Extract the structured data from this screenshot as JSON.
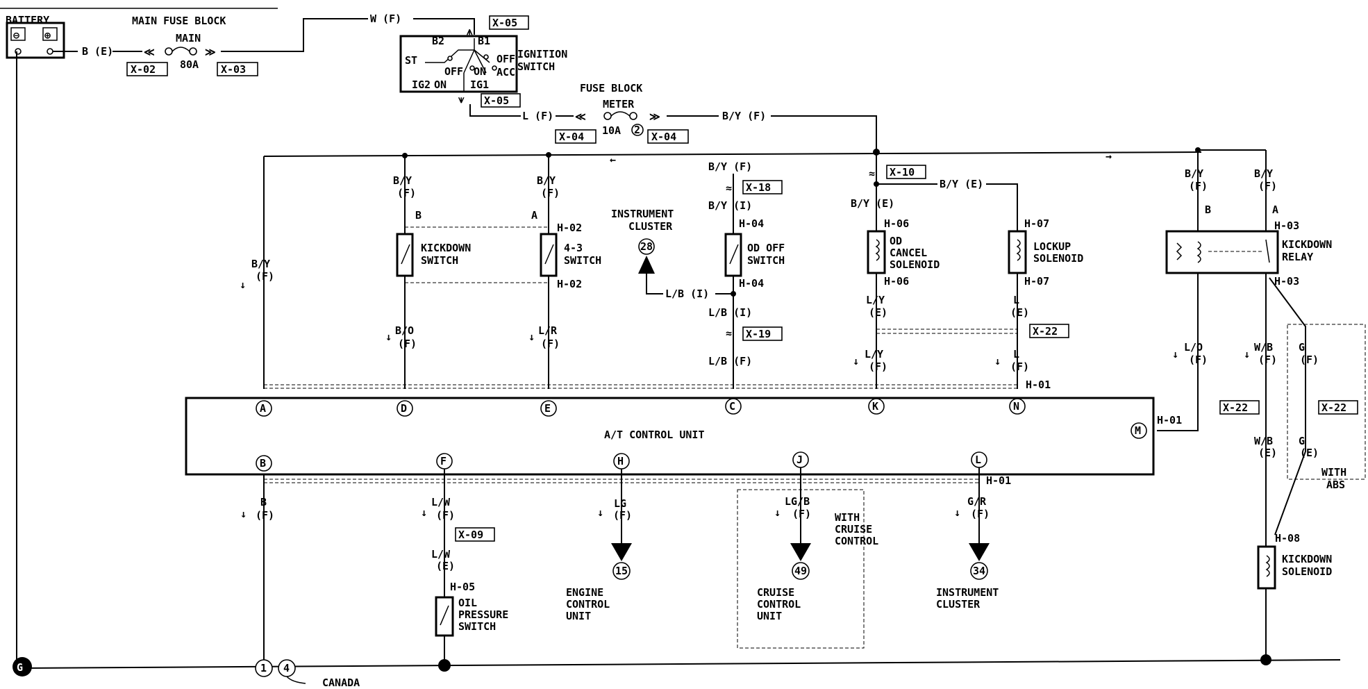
{
  "power": {
    "battery": "BATTERY",
    "main_fuse_block": "MAIN FUSE BLOCK",
    "main_fuse": "MAIN",
    "main_amp": "80A",
    "wire_be": "B (E)",
    "wire_wf": "W (F)",
    "conn_x02": "X-02",
    "conn_x03": "X-03",
    "conn_x05a": "X-05",
    "conn_x05b": "X-05",
    "ignition": "IGNITION",
    "switch": "SWITCH",
    "ign_terms": {
      "st": "ST",
      "b2": "B2",
      "b1": "B1",
      "off": "OFF",
      "off2": "OFF",
      "on": "ON",
      "acc": "ACC",
      "ig2": "IG2",
      "on2": "ON",
      "ig1": "IG1"
    },
    "wire_lf": "L (F)",
    "fuse_block": "FUSE BLOCK",
    "meter": "METER",
    "meter_amp": "10A",
    "meter_num": "2",
    "conn_x04a": "X-04",
    "conn_x04b": "X-04",
    "wire_byf": "B/Y (F)"
  },
  "wires": {
    "by": "B/Y",
    "f": "(F)",
    "e": "(E)",
    "i": "(I)",
    "b": "B",
    "a": "A",
    "bo": "B/O",
    "lr": "L/R",
    "byf": "B/Y (F)",
    "byi": "B/Y (I)",
    "lbi": "L/B (I)",
    "lbf": "L/B (F)",
    "lbi2": "L/B (I)",
    "bye": "B/Y (E)",
    "bye2": "B/Y (E)",
    "ly": "L/Y",
    "l": "L",
    "lo": "L/O",
    "wb": "W/B",
    "g": "G",
    "b_bot": "B",
    "lw": "L/W",
    "lg": "LG",
    "lgb": "LG/B",
    "gr": "G/R"
  },
  "connectors": {
    "x18": "X-18",
    "x19": "X-19",
    "x10": "X-10",
    "x22a": "X-22",
    "x22b": "X-22",
    "x22c": "X-22",
    "x09": "X-09",
    "h02a": "H-02",
    "h02b": "H-02",
    "h04a": "H-04",
    "h04b": "H-04",
    "h06a": "H-06",
    "h06b": "H-06",
    "h07a": "H-07",
    "h07b": "H-07",
    "h03a": "H-03",
    "h03b": "H-03",
    "h01a": "H-01",
    "h01b": "H-01",
    "h01c": "H-01",
    "h05": "H-05",
    "h08": "H-08"
  },
  "components": {
    "kickdown_switch": [
      "KICKDOWN",
      "SWITCH"
    ],
    "switch43": [
      "4-3",
      "SWITCH"
    ],
    "instrument_cluster_top": [
      "INSTRUMENT",
      "CLUSTER"
    ],
    "ic_num": "28",
    "od_off": [
      "OD OFF",
      "SWITCH"
    ],
    "od_cancel": [
      "OD",
      "CANCEL",
      "SOLENOID"
    ],
    "lockup": [
      "LOCKUP",
      "SOLENOID"
    ],
    "kickdown_relay": [
      "KICKDOWN",
      "RELAY"
    ],
    "with_abs": [
      "WITH",
      "ABS"
    ],
    "kickdown_solenoid": [
      "KICKDOWN",
      "SOLENOID"
    ],
    "oil_pressure": [
      "OIL",
      "PRESSURE",
      "SWITCH"
    ],
    "engine_cu": [
      "ENGINE",
      "CONTROL",
      "UNIT"
    ],
    "ecu_num": "15",
    "with_cruise": [
      "WITH",
      "CRUISE",
      "CONTROL"
    ],
    "cruise_cu": [
      "CRUISE",
      "CONTROL",
      "UNIT"
    ],
    "ccu_num": "49",
    "instrument_cluster_bot": [
      "INSTRUMENT",
      "CLUSTER"
    ],
    "icb_num": "34"
  },
  "control_unit": {
    "label": "A/T CONTROL UNIT",
    "pins_top": [
      "A",
      "D",
      "E",
      "C",
      "K",
      "N"
    ],
    "pin_m": "M",
    "pins_bottom": [
      "B",
      "F",
      "H",
      "J",
      "L"
    ]
  },
  "ground": {
    "symbol": "G",
    "g1": "1",
    "g4": "4",
    "canada": "CANADA"
  }
}
